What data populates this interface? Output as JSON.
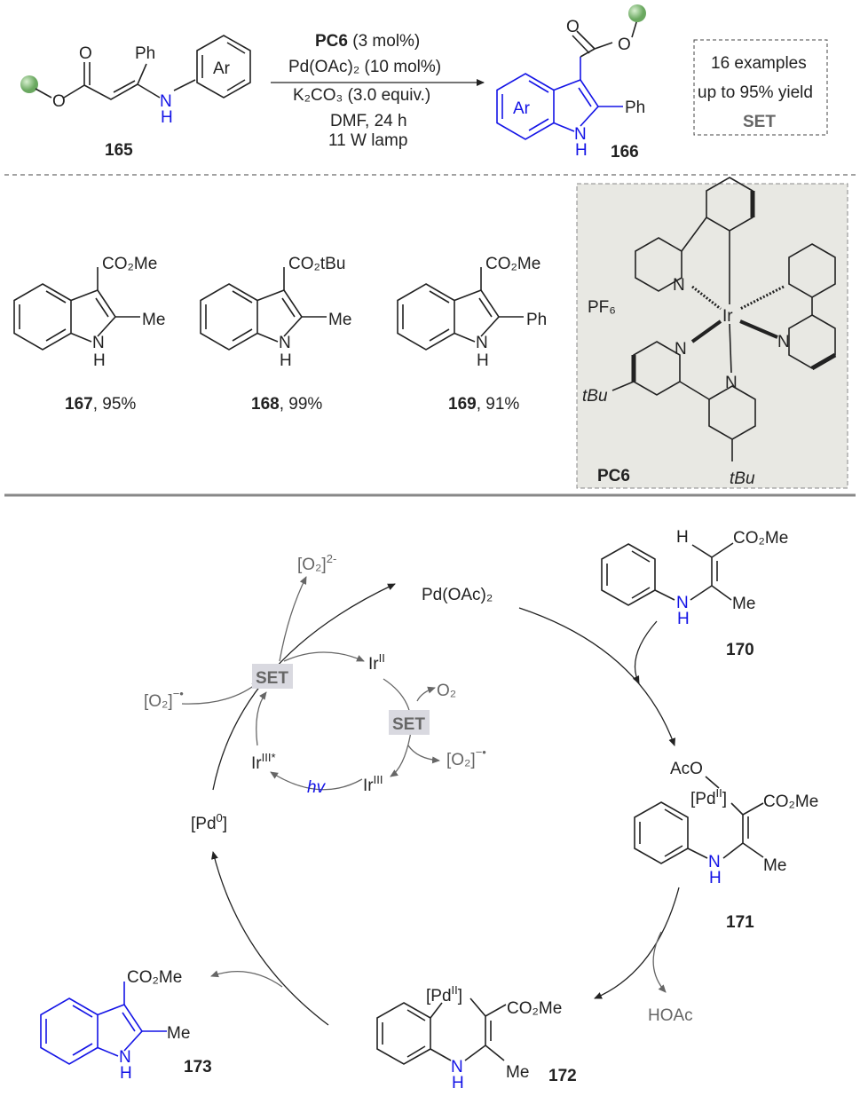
{
  "atoms": {
    "N": "N",
    "H": "H",
    "O": "O",
    "Ar": "Ar",
    "Ph": "Ph",
    "Me": "Me"
  },
  "reaction": {
    "reactant_label": "165",
    "product_label": "166",
    "conditions": {
      "catalyst": "PC6",
      "catalyst_loading": " (3 mol%)",
      "palladium": "Pd(OAc)₂ (10 mol%)",
      "base": "K₂CO₃ (3.0 equiv.)",
      "solvent": "DMF, 24 h",
      "light": "11 W lamp"
    },
    "summary": {
      "examples": "16 examples",
      "yield": "up to 95% yield",
      "mechanism": "SET"
    }
  },
  "examples": [
    {
      "label": "167",
      "yield": ", 95%",
      "ester": "CO₂Me",
      "r2": "Me"
    },
    {
      "label": "168",
      "yield": ", 99%",
      "ester": "CO₂tBu",
      "r2": "Me"
    },
    {
      "label": "169",
      "yield": ", 91%",
      "ester": "CO₂Me",
      "r2": "Ph"
    }
  ],
  "catalyst": {
    "name": "PC6",
    "counterion": "PF₆",
    "metal": "Ir",
    "tbu": "tBu"
  },
  "cycle": {
    "pd_oac2": "Pd(OAc)₂",
    "pd0": {
      "base": "[Pd",
      "sup": "0",
      "end": "]"
    },
    "pd2": {
      "base": "[Pd",
      "sup": "II",
      "end": "]"
    },
    "set": "SET",
    "o2": "O₂",
    "peroxide": {
      "base": "[O₂]",
      "sup": "2-"
    },
    "superoxide": {
      "base": "[O₂]",
      "sup": "−•"
    },
    "ir2": {
      "base": "Ir",
      "sup": "II"
    },
    "ir3": {
      "base": "Ir",
      "sup": "III"
    },
    "ir3_excited": {
      "base": "Ir",
      "sup": "III*"
    },
    "hv": "hv",
    "aco": "AcO",
    "hoac": "HOAc",
    "ester": "CO₂Me",
    "labels": {
      "c170": "170",
      "c171": "171",
      "c172": "172",
      "c173": "173"
    }
  }
}
